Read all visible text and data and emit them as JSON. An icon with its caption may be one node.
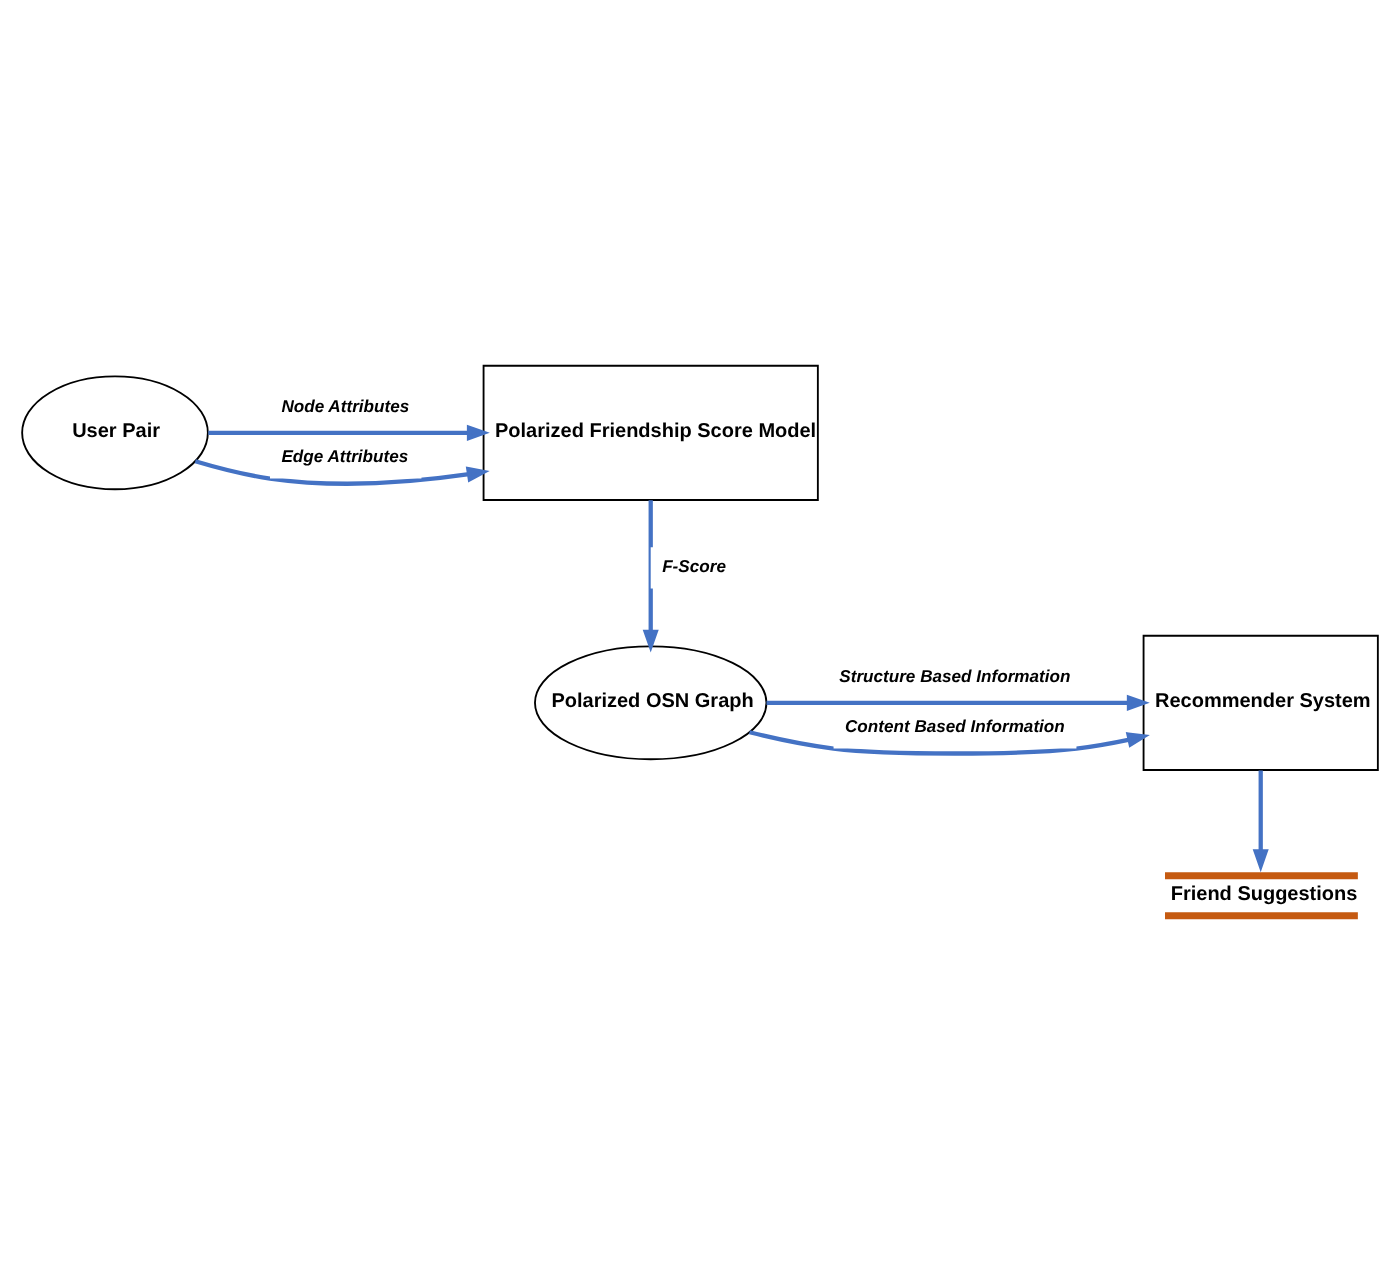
{
  "diagram": {
    "nodes": [
      {
        "text": [
          "User Pair"
        ]
      },
      {
        "text": [
          "Polarized Friendship Score Model"
        ]
      },
      {
        "text": [
          "Polarized OSN Graph"
        ]
      },
      {
        "text": [
          "Recommender System"
        ]
      },
      {
        "text": [
          "Friend Suggestions"
        ]
      }
    ],
    "edges": [
      {
        "from": 0,
        "to": 1,
        "arrow": "to",
        "label": "Node Attributes"
      },
      {
        "from": 0,
        "to": 1,
        "arrow": "to",
        "label": "Edge Attributes"
      },
      {
        "from": 1,
        "to": 2,
        "arrow": "to",
        "label": "F-Score"
      },
      {
        "from": 2,
        "to": 3,
        "arrow": "to",
        "label": "Structure Based Information"
      },
      {
        "from": 2,
        "to": 3,
        "arrow": "to",
        "label": "Content Based Information"
      },
      {
        "from": 3,
        "to": 4,
        "arrow": "to"
      }
    ]
  }
}
